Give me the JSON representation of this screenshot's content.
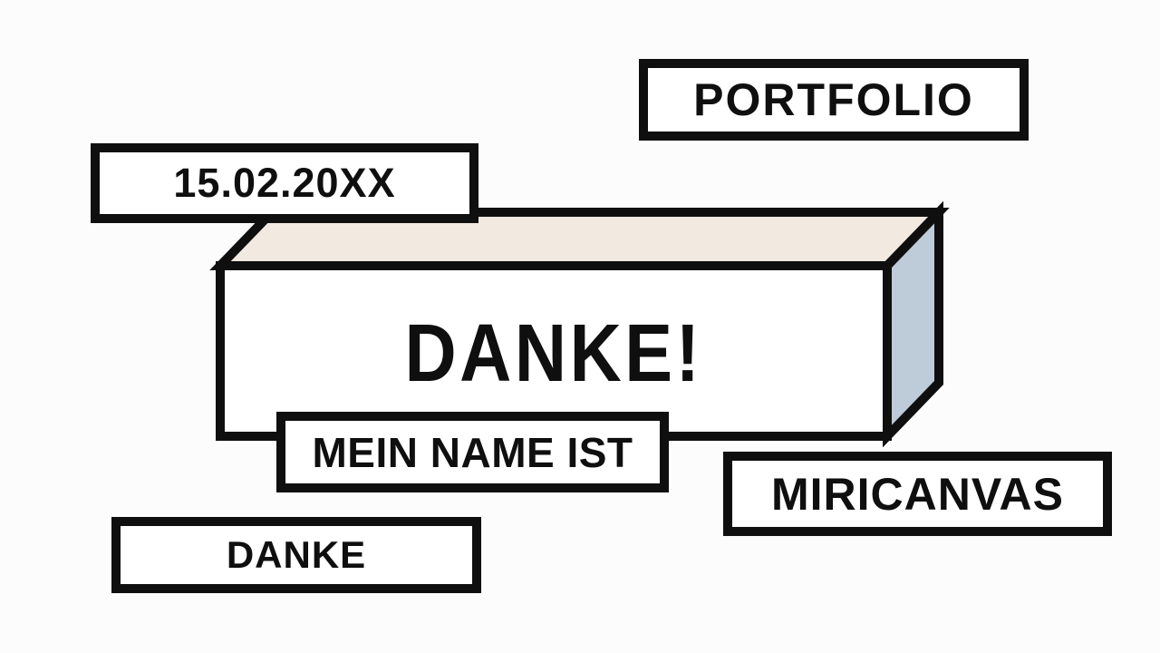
{
  "slide": {
    "title": "DANKE!",
    "labels": {
      "portfolio": "PORTFOLIO",
      "date": "15.02.20XX",
      "name_intro": "MEIN NAME IST",
      "brand": "MIRICANVAS",
      "thanks": "DANKE"
    },
    "colors": {
      "background": "#fdfcfc",
      "ink": "#0f0f0f",
      "box_front": "#ffffff",
      "box_top": "#f2e9e1",
      "box_side": "#becbd8"
    }
  }
}
